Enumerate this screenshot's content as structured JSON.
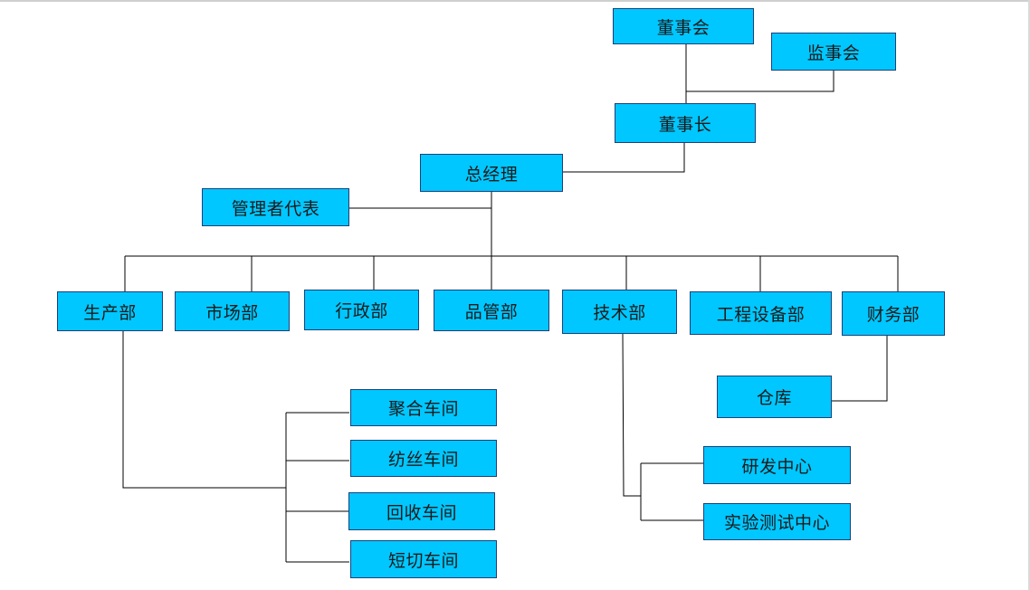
{
  "org_chart": {
    "board_of_directors": "董事会",
    "board_of_supervisors": "监事会",
    "chairman": "董事长",
    "general_manager": "总经理",
    "management_representative": "管理者代表",
    "departments": {
      "production": "生产部",
      "marketing": "市场部",
      "administration": "行政部",
      "quality_control": "品管部",
      "technical": "技术部",
      "engineering_equipment": "工程设备部",
      "finance": "财务部"
    },
    "workshops": {
      "polymerization": "聚合车间",
      "spinning": "纺丝车间",
      "recycling": "回收车间",
      "staple_cutting": "短切车间"
    },
    "warehouse": "仓库",
    "rd_center": "研发中心",
    "lab_testing_center": "实验测试中心"
  },
  "colors": {
    "node_fill": "#00c7ff",
    "node_border": "#1f3f7a",
    "connector": "#000000"
  }
}
